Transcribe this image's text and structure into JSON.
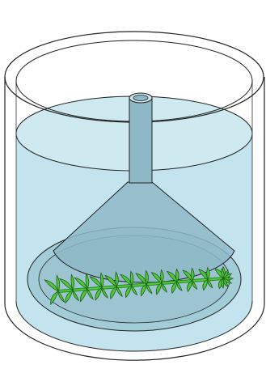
{
  "diagram": {
    "objects": [
      "beaker",
      "water",
      "inverted-funnel",
      "funnel-stem",
      "aquatic-plant",
      "dish"
    ]
  },
  "colors": {
    "water": "#c3e4ee",
    "water_deep": "#a9d2df",
    "funnel": "#8fb8c7",
    "funnel_dark": "#7aa6b6",
    "dish": "#aad0dc",
    "plant_green": "#4ec93a",
    "plant_dark": "#2a8a22",
    "outline": "#222222",
    "glass": "#ffffff"
  }
}
